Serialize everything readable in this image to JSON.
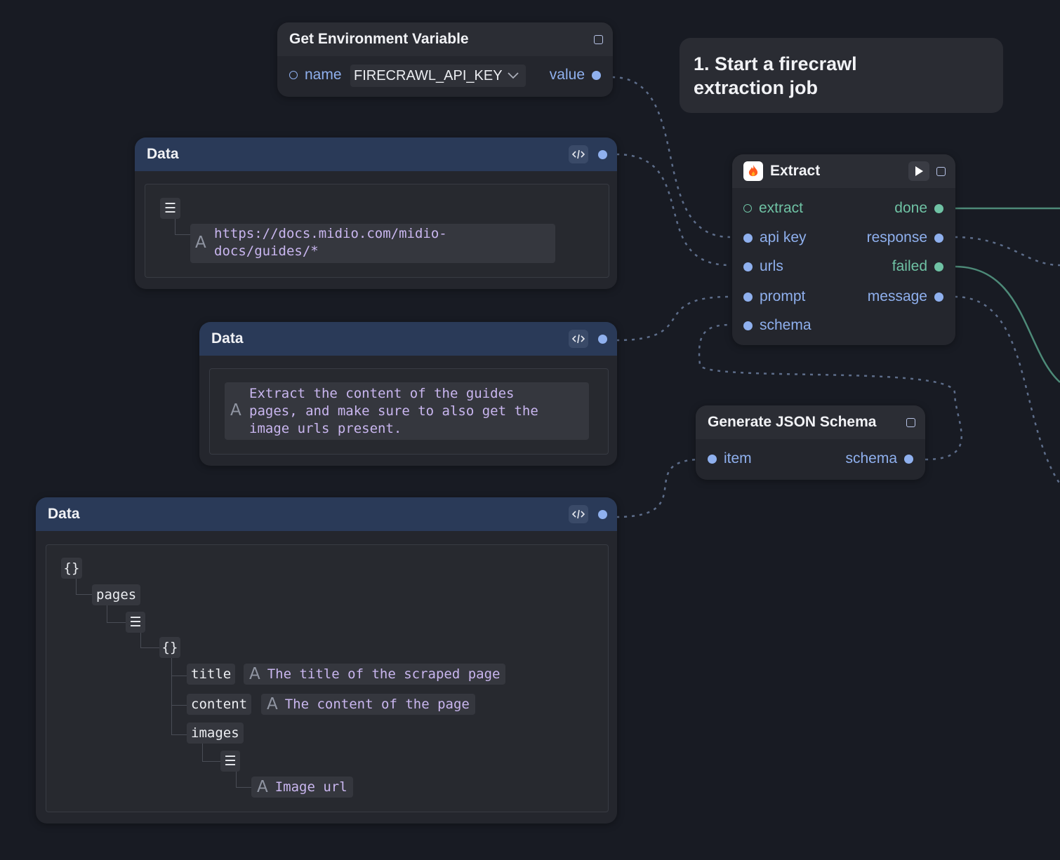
{
  "comment": {
    "line1": "1. Start a firecrawl",
    "line2": "extraction job"
  },
  "env_node": {
    "title": "Get Environment Variable",
    "name_label": "name",
    "name_value": "FIRECRAWL_API_KEY",
    "value_label": "value"
  },
  "data_node_1": {
    "title": "Data",
    "list_icon": "☰",
    "url_line1": "https://docs.midio.com/midio-",
    "url_line2": "docs/guides/*"
  },
  "data_node_2": {
    "title": "Data",
    "text_line1": "Extract the content of the guides",
    "text_line2": "pages, and make sure to also get the",
    "text_line3": "image urls present."
  },
  "data_node_3": {
    "title": "Data",
    "obj_icon": "{}",
    "list_icon": "☰",
    "pages_key": "pages",
    "title_key": "title",
    "title_value": "The title of the scraped page",
    "content_key": "content",
    "content_value": "The content of the page",
    "images_key": "images",
    "image_value": "Image url"
  },
  "extract_node": {
    "title": "Extract",
    "inputs": [
      "extract",
      "api key",
      "urls",
      "prompt",
      "schema"
    ],
    "outputs": [
      "done",
      "response",
      "failed",
      "message"
    ]
  },
  "schema_node": {
    "title": "Generate JSON Schema",
    "input": "item",
    "output": "schema"
  },
  "colors": {
    "background": "#181b23",
    "node": "#24262d",
    "data_header": "#2a3a58",
    "port_blue": "#8fb0ee",
    "port_green": "#6fc2a4",
    "string_text": "#c9b6ef"
  },
  "icons": [
    "code-icon",
    "play-icon",
    "stop-icon",
    "fire-icon",
    "chevron-down-icon",
    "string-icon",
    "list-icon",
    "object-icon"
  ]
}
